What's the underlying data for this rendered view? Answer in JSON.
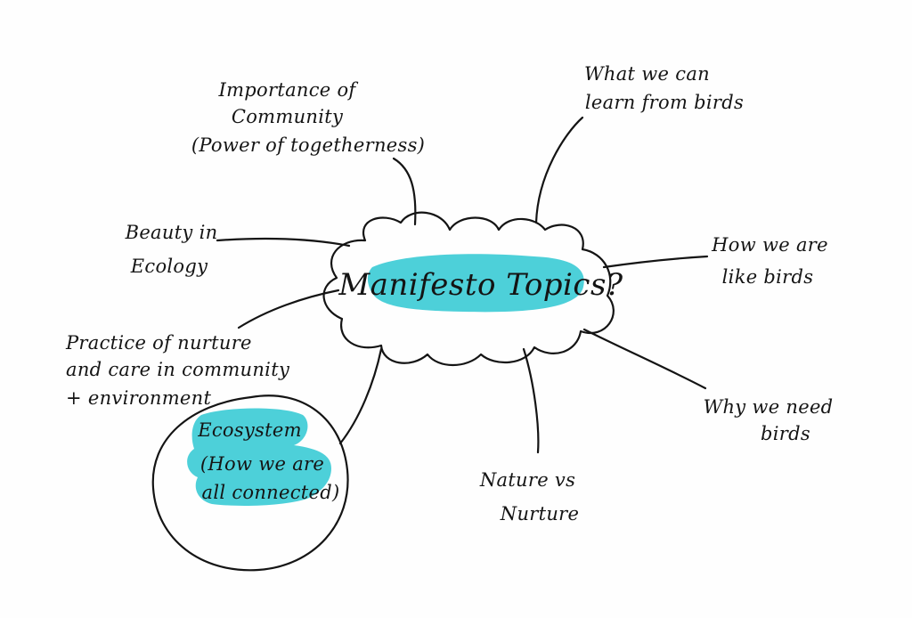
{
  "center": {
    "text": "Manifesto Topics?"
  },
  "topics": [
    {
      "lines": [
        "Importance of",
        "Community",
        "(Power of togetherness)"
      ]
    },
    {
      "lines": [
        "What we can",
        "learn from birds"
      ]
    },
    {
      "lines": [
        "Beauty in",
        "Ecology"
      ]
    },
    {
      "lines": [
        "How we are",
        "like birds"
      ]
    },
    {
      "lines": [
        "Practice of nurture",
        "and care in community",
        "+ environment"
      ]
    },
    {
      "lines": [
        "Why we need",
        "birds"
      ]
    },
    {
      "lines": [
        "Nature vs",
        "Nurture"
      ]
    },
    {
      "lines": [
        "Ecosystem",
        "(How we are",
        "all connected)"
      ]
    }
  ],
  "colors": {
    "highlight": "#2ec8d2",
    "ink": "#141414",
    "paper": "#fefefe"
  }
}
